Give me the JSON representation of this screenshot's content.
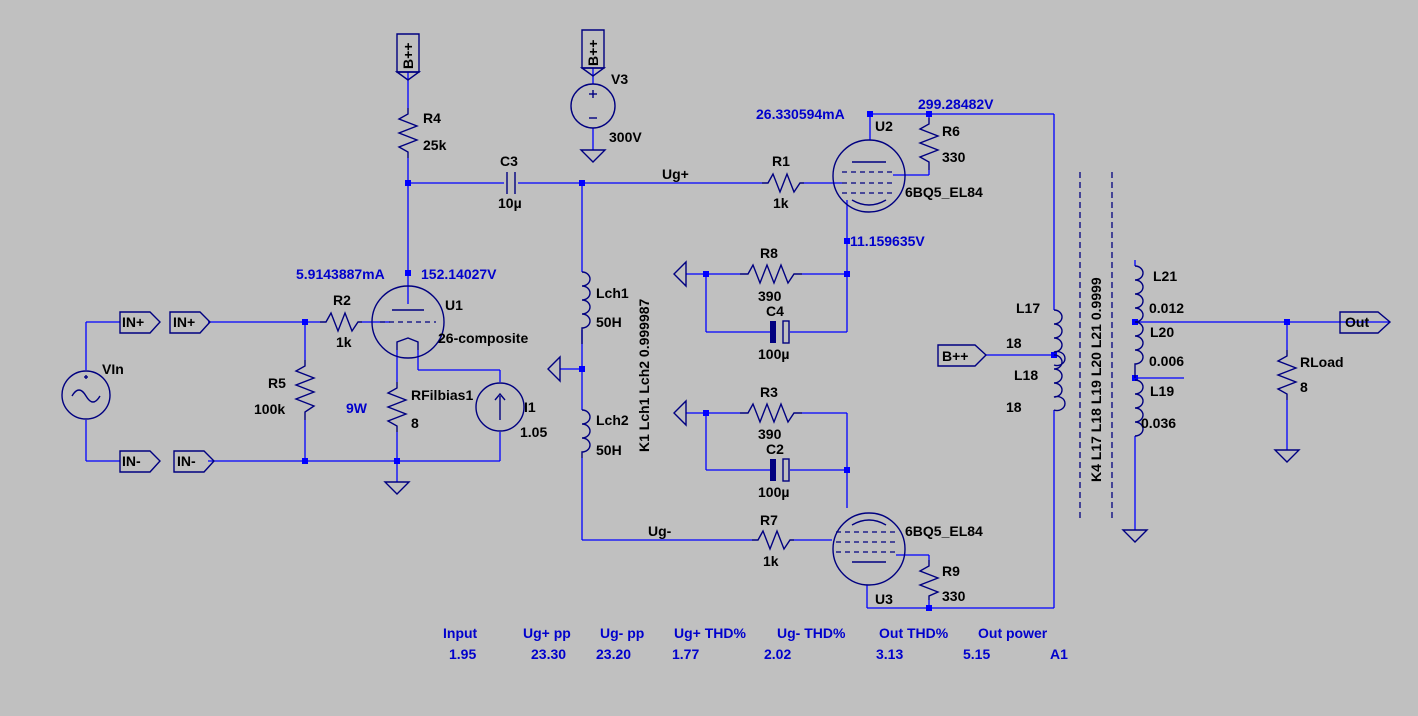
{
  "labels": {
    "r4_name": "R4",
    "r4_val": "25k",
    "c3_name": "C3",
    "c3_val": "10µ",
    "v3_name": "V3",
    "v3_val": "300V",
    "r1_name": "R1",
    "r1_val": "1k",
    "u2_name": "U2",
    "u2_model": "6BQ5_EL84",
    "r6_name": "R6",
    "r6_val": "330",
    "r8_name": "R8",
    "r8_val": "390",
    "c4_name": "C4",
    "c4_val": "100µ",
    "r3_name": "R3",
    "r3_val": "390",
    "c2_name": "C2",
    "c2_val": "100µ",
    "r7_name": "R7",
    "r7_val": "1k",
    "u3_name": "U3",
    "u3_model": "6BQ5_EL84",
    "r9_name": "R9",
    "r9_val": "330",
    "r2_name": "R2",
    "r2_val": "1k",
    "u1_name": "U1",
    "u1_model": "26-composite",
    "r5_name": "R5",
    "r5_val": "100k",
    "rfil_name": "RFilbias1",
    "rfil_val": "8",
    "i1_name": "I1",
    "i1_val": "1.05",
    "vin_name": "VIn",
    "lch1_name": "Lch1",
    "lch1_val": "50H",
    "lch2_name": "Lch2",
    "lch2_val": "50H",
    "k1": "K1 Lch1 Lch2 0.999987",
    "l17_name": "L17",
    "l17_val": "18",
    "l18_name": "L18",
    "l18_val": "18",
    "l21_name": "L21",
    "l21_val": "0.012",
    "l20_name": "L20",
    "l20_val": "0.006",
    "l19_name": "L19",
    "l19_val": "0.036",
    "k4": "K4 L17 L18 L19 L20 L21 0.9999",
    "rload_name": "RLoad",
    "rload_val": "8"
  },
  "net_labels": {
    "bpp": "B++",
    "in_plus": "IN+",
    "in_minus": "IN-",
    "out": "Out",
    "ug_plus": "Ug+",
    "ug_minus": "Ug-"
  },
  "annotations": {
    "u2_current": "26.330594mA",
    "u2_voltage": "299.28482V",
    "u2_cathode": "11.159635V",
    "u1_current": "5.9143887mA",
    "u1_voltage": "152.14027V",
    "fil_power": "9W"
  },
  "measurements": {
    "headers": [
      "Input",
      "Ug+ pp",
      "Ug- pp",
      "Ug+ THD%",
      "Ug- THD%",
      "Out THD%",
      "Out power"
    ],
    "values": [
      "1.95",
      "23.30",
      "23.20",
      "1.77",
      "2.02",
      "3.13",
      "5.15"
    ],
    "cell_ref": "A1"
  },
  "colors": {
    "background": "#c0c0c0",
    "wire": "#0000ff",
    "component": "#000080",
    "annotation": "#0000cc",
    "label": "#000000"
  }
}
